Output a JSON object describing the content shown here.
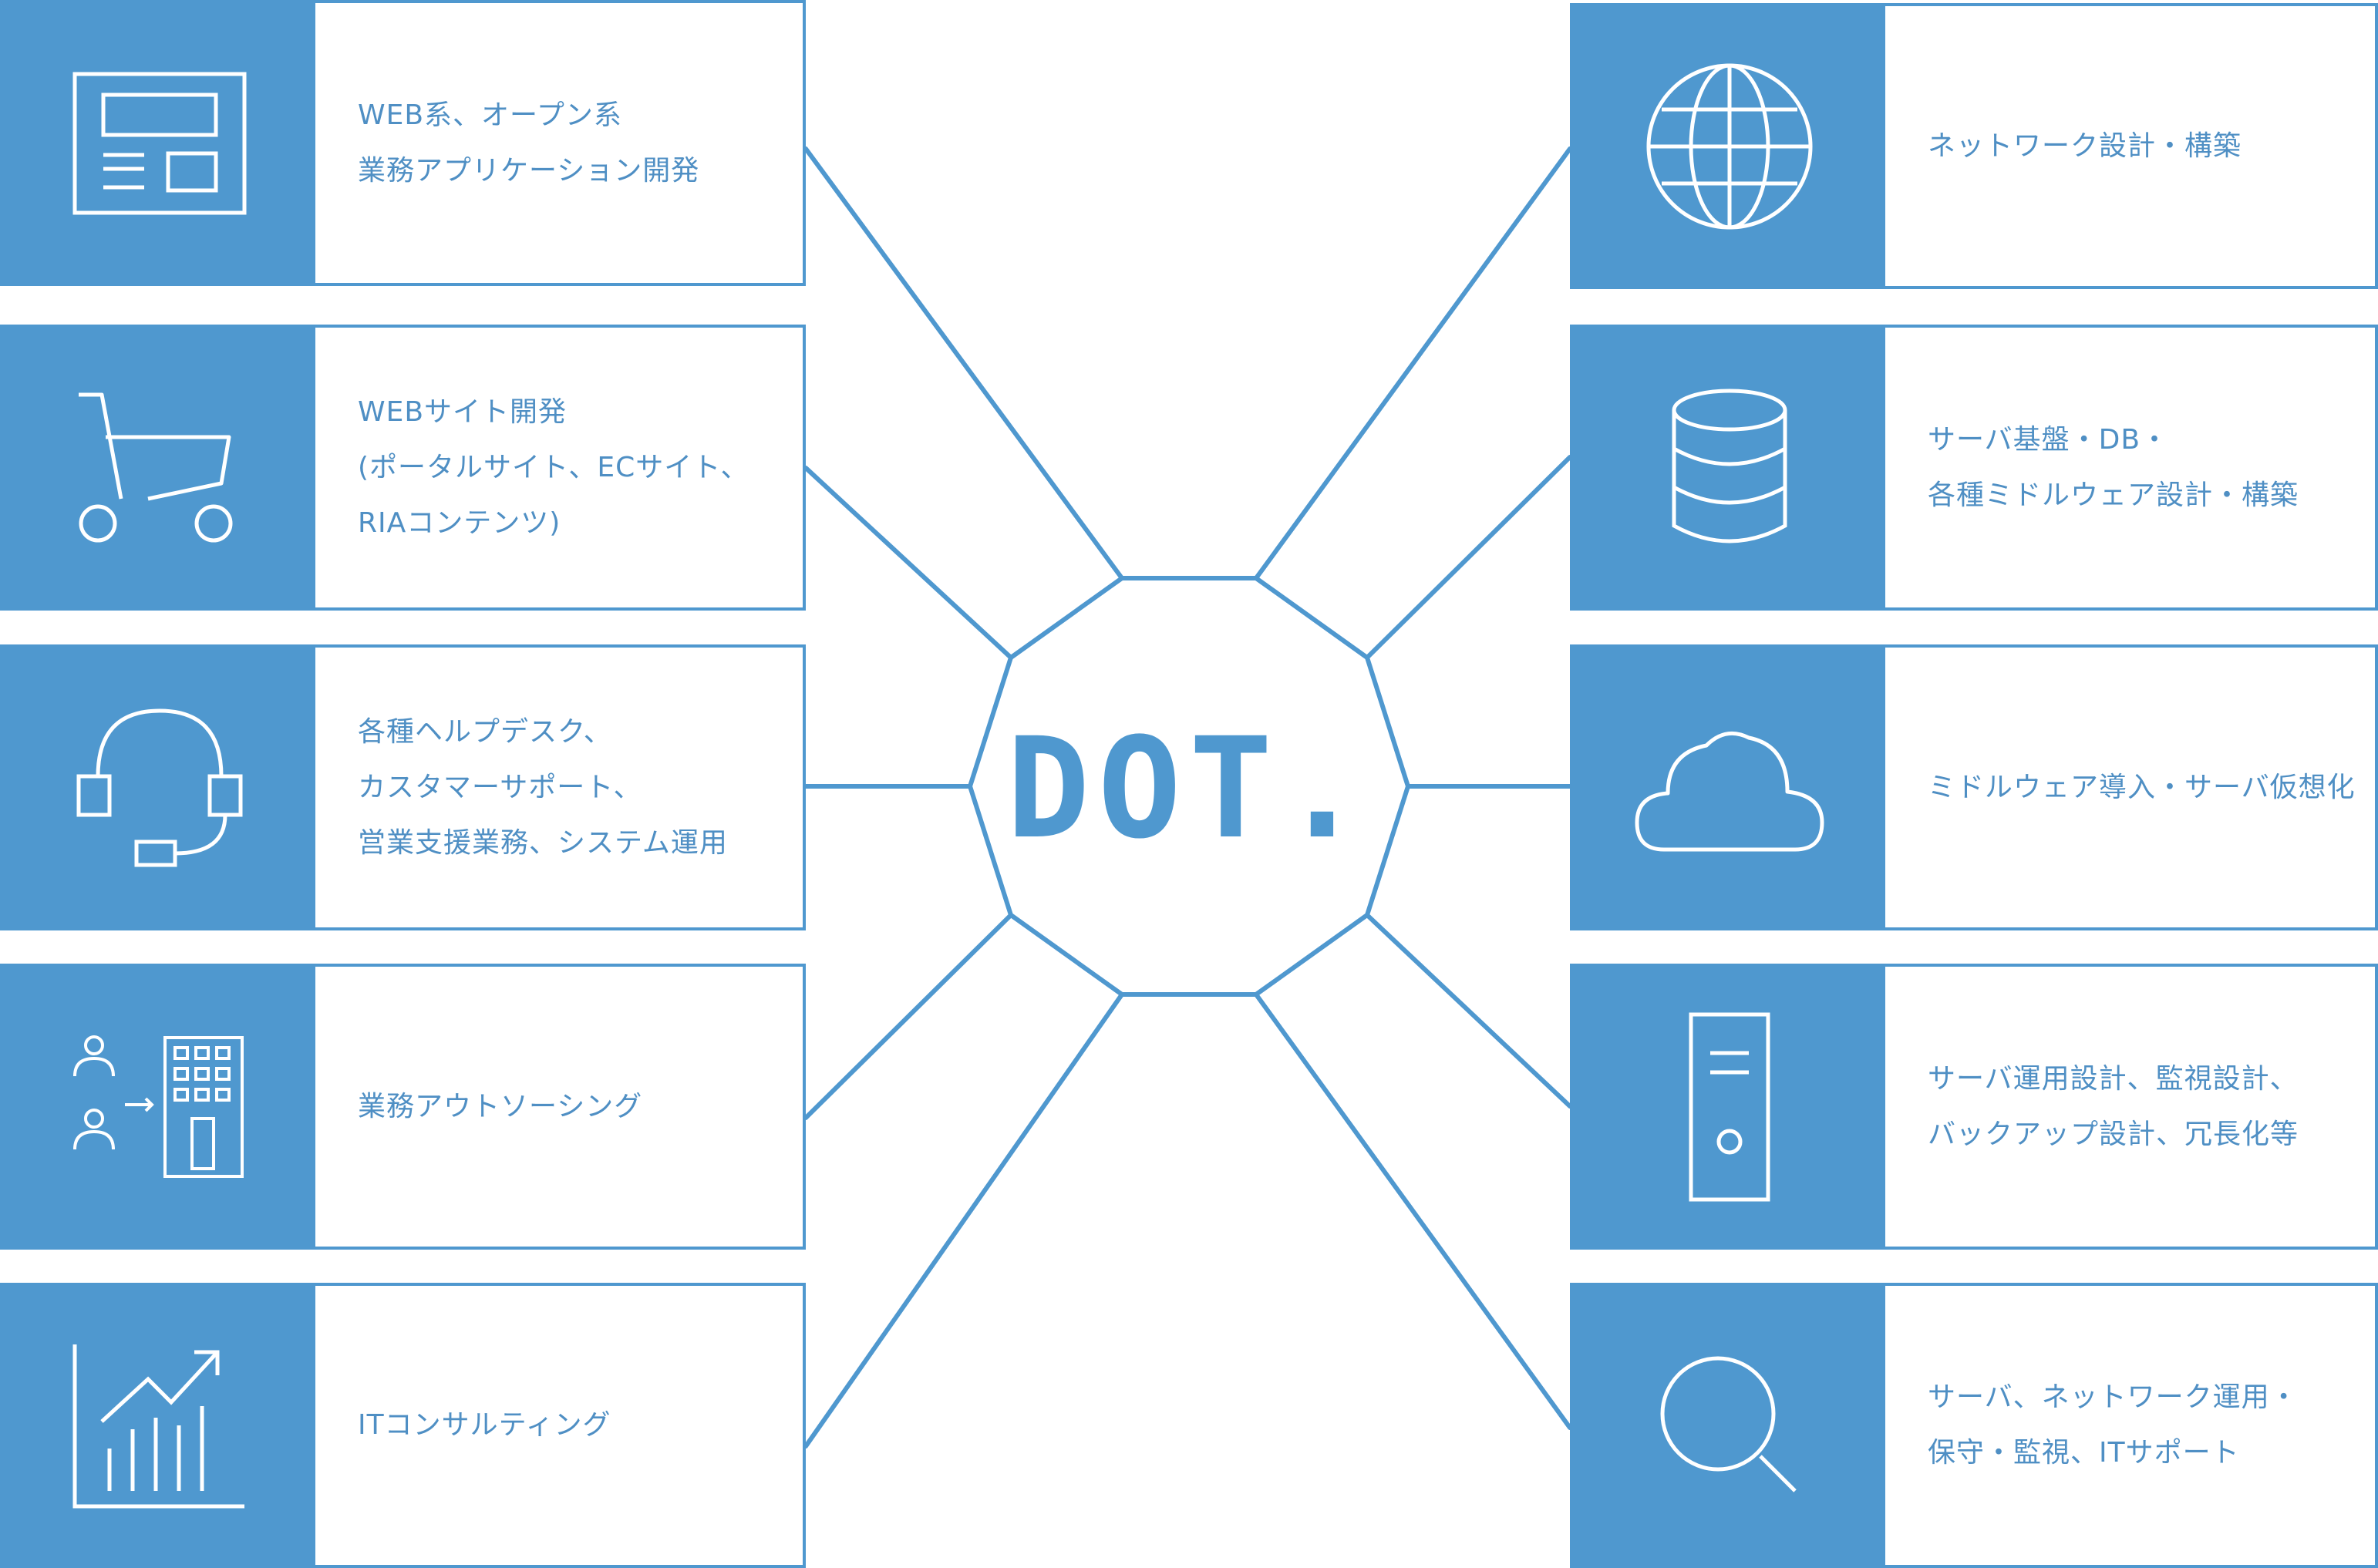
{
  "center_logo": "DOT.",
  "colors": {
    "accent": "#4f98cf",
    "text": "#4f8fc4",
    "background": "#ffffff"
  },
  "services": {
    "left": [
      {
        "icon": "web-layout-icon",
        "lines": [
          "WEB系、オープン系",
          "業務アプリケーション開発"
        ]
      },
      {
        "icon": "shopping-cart-icon",
        "lines": [
          "WEBサイト開発",
          "(ポータルサイト、ECサイト、",
          "RIAコンテンツ)"
        ]
      },
      {
        "icon": "headset-icon",
        "lines": [
          "各種ヘルプデスク、",
          "カスタマーサポート、",
          "営業支援業務、システム運用"
        ]
      },
      {
        "icon": "outsourcing-building-icon",
        "lines": [
          "業務アウトソーシング"
        ]
      },
      {
        "icon": "growth-chart-icon",
        "lines": [
          "ITコンサルティング"
        ]
      }
    ],
    "right": [
      {
        "icon": "globe-icon",
        "lines": [
          "ネットワーク設計・構築"
        ]
      },
      {
        "icon": "database-icon",
        "lines": [
          "サーバ基盤・DB・",
          "各種ミドルウェア設計・構築"
        ]
      },
      {
        "icon": "cloud-icon",
        "lines": [
          "ミドルウェア導入・サーバ仮想化"
        ]
      },
      {
        "icon": "server-tower-icon",
        "lines": [
          "サーバ運用設計、監視設計、",
          "バックアップ設計、冗長化等"
        ]
      },
      {
        "icon": "magnifier-icon",
        "lines": [
          "サーバ、ネットワーク運用・",
          "保守・監視、ITサポート"
        ]
      }
    ]
  }
}
